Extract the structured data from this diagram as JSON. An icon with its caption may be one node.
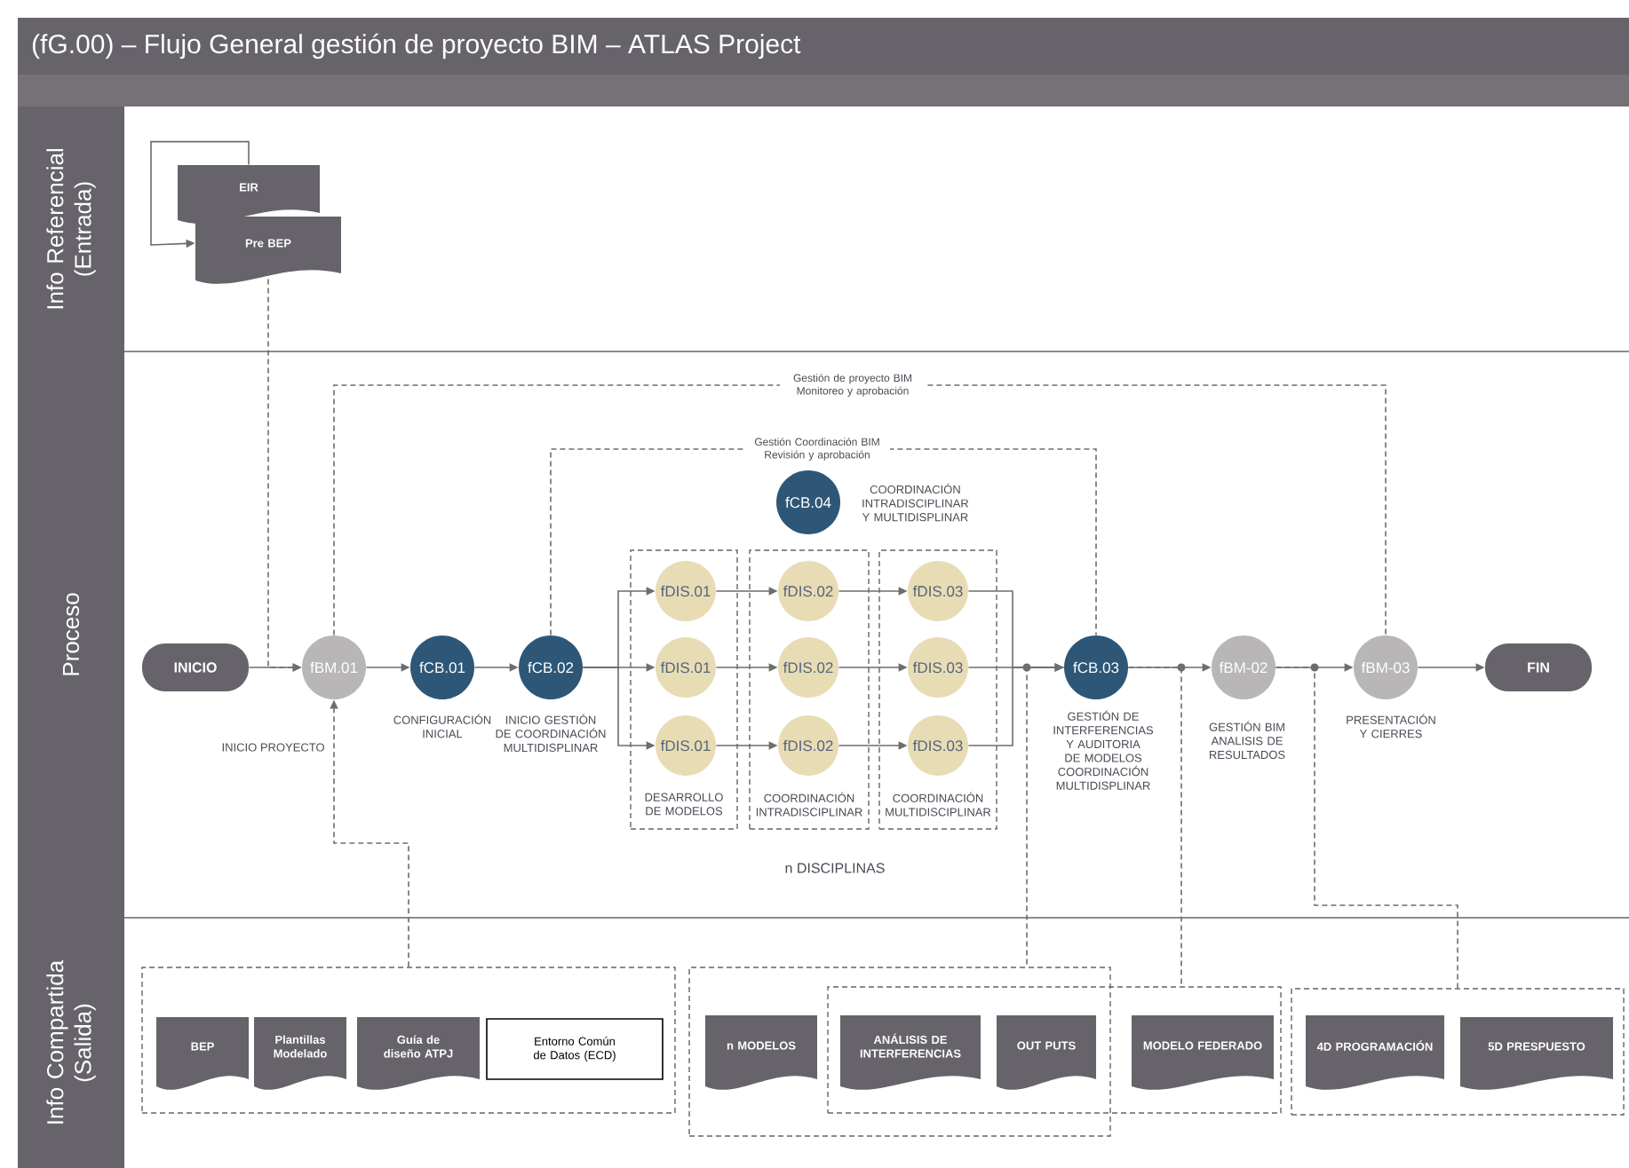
{
  "diagram": {
    "title": "(fG.00) – Flujo General gestión de proyecto BIM – ATLAS Project",
    "nodes": [
      {
        "text": [
          "Info Referencial (Entrada)"
        ]
      },
      {
        "text": [
          "Proceso"
        ]
      },
      {
        "text": [
          "Info Compartida (Salida)"
        ]
      },
      {
        "text": [
          "EIR"
        ]
      },
      {
        "text": [
          "Pre BEP"
        ]
      },
      {
        "text": [
          "INICIO"
        ]
      },
      {
        "text": [
          "fBM.01"
        ],
        "beside": [
          "INICIO PROYECTO"
        ]
      },
      {
        "text": [
          "fCB.01"
        ],
        "beside": [
          "CONFIGURACIÓN INICIAL"
        ]
      },
      {
        "text": [
          "fCB.02"
        ],
        "beside": [
          "INICIO GESTIÓN DE COORDINACIÓN MULTIDISPLINAR"
        ]
      },
      {
        "text": [
          "fCB.04"
        ],
        "beside": [
          "COORDINACIÓN INTRADISCIPLINAR Y MULTIDISPLINAR"
        ]
      },
      {
        "text": [
          "DESARROLLO DE MODELOS"
        ]
      },
      {
        "text": [
          "fDIS.01"
        ],
        "in": 10
      },
      {
        "text": [
          "fDIS.01"
        ],
        "in": 10
      },
      {
        "text": [
          "fDIS.01"
        ],
        "in": 10
      },
      {
        "text": [
          "COORDINACIÓN INTRADISCIPLINAR"
        ]
      },
      {
        "text": [
          "fDIS.02"
        ],
        "in": 14
      },
      {
        "text": [
          "fDIS.02"
        ],
        "in": 14
      },
      {
        "text": [
          "fDIS.02"
        ],
        "in": 14
      },
      {
        "text": [
          "COORDINACIÓN MULTIDISCIPLINAR"
        ]
      },
      {
        "text": [
          "fDIS.03"
        ],
        "in": 18
      },
      {
        "text": [
          "fDIS.03"
        ],
        "in": 18
      },
      {
        "text": [
          "fDIS.03"
        ],
        "in": 18
      },
      {
        "text": [
          "fCB.03"
        ],
        "beside": [
          "GESTIÓN DE INTERFERENCIAS Y AUDITORIA DE MODELOS COORDINACIÓN MULTIDISPLINAR"
        ]
      },
      {
        "text": [
          "fBM-02"
        ],
        "beside": [
          "GESTIÓN BIM ANALISIS DE RESULTADOS"
        ]
      },
      {
        "text": [
          "fBM-03"
        ],
        "beside": [
          "PRESENTACIÓN Y CIERRES"
        ]
      },
      {
        "text": [
          "FIN"
        ]
      },
      {
        "text": [],
        "shape": "box"
      },
      {
        "text": [
          "BEP"
        ],
        "in": 26
      },
      {
        "text": [
          "Plantillas Modelado"
        ],
        "in": 26
      },
      {
        "text": [
          "Guía de diseño ATPJ"
        ],
        "in": 26
      },
      {
        "text": [
          "Entorno Común de Datos (ECD)"
        ],
        "in": 26
      },
      {
        "text": [],
        "shape": "box"
      },
      {
        "text": [
          "n MODELOS"
        ],
        "in": 31
      },
      {
        "text": [],
        "shape": "box"
      },
      {
        "text": [
          "ANÁLISIS DE INTERFERENCIAS"
        ]
      },
      {
        "text": [
          "OUT PUTS"
        ]
      },
      {
        "text": [
          "MODELO FEDERADO"
        ],
        "in": 33
      },
      {
        "text": [],
        "shape": "box"
      },
      {
        "text": [
          "4D PROGRAMACIÓN"
        ],
        "in": 37
      },
      {
        "text": [
          "5D PRESPUESTO"
        ],
        "in": 37
      }
    ],
    "edges": [
      {
        "from": 3,
        "to": 4,
        "arrow": "to"
      },
      {
        "from": 4,
        "to": 6,
        "arrow": "to",
        "style": "dashed"
      },
      {
        "from": 5,
        "to": 6,
        "arrow": "to"
      },
      {
        "from": 6,
        "to": 7,
        "arrow": "to"
      },
      {
        "from": 7,
        "to": 8,
        "arrow": "to"
      },
      {
        "from": 8,
        "to": 11,
        "arrow": "to"
      },
      {
        "from": 8,
        "to": 12,
        "arrow": "to"
      },
      {
        "from": 8,
        "to": 13,
        "arrow": "to"
      },
      {
        "from": 11,
        "to": 15,
        "arrow": "to"
      },
      {
        "from": 12,
        "to": 16,
        "arrow": "to"
      },
      {
        "from": 13,
        "to": 17,
        "arrow": "to"
      },
      {
        "from": 15,
        "to": 19,
        "arrow": "to"
      },
      {
        "from": 16,
        "to": 20,
        "arrow": "to"
      },
      {
        "from": 17,
        "to": 21,
        "arrow": "to"
      },
      {
        "from": 19,
        "to": 22,
        "arrow": "to"
      },
      {
        "from": 20,
        "to": 22,
        "arrow": "to"
      },
      {
        "from": 21,
        "to": 22,
        "arrow": "to"
      },
      {
        "from": 22,
        "to": 23,
        "arrow": "to"
      },
      {
        "from": 23,
        "to": 24,
        "arrow": "to"
      },
      {
        "from": 24,
        "to": 25,
        "arrow": "to"
      },
      {
        "from": 6,
        "to": 24,
        "arrow": "none",
        "style": "dashed",
        "label": "Gestión de proyecto BIM Monitoreo y aprobación"
      },
      {
        "from": 8,
        "to": 22,
        "arrow": "none",
        "style": "dashed",
        "label": "Gestión Coordinación BIM Revisión y aprobación"
      },
      {
        "from": 26,
        "to": 6,
        "arrow": "to",
        "style": "dashed"
      },
      {
        "from": 22,
        "to": 31,
        "arrow": "none",
        "style": "dashed"
      },
      {
        "from": 22,
        "to": 33,
        "arrow": "none",
        "style": "dashed"
      },
      {
        "from": 23,
        "to": 37,
        "arrow": "none",
        "style": "dashed"
      }
    ],
    "labels": [
      "n DISCIPLINAS"
    ]
  }
}
